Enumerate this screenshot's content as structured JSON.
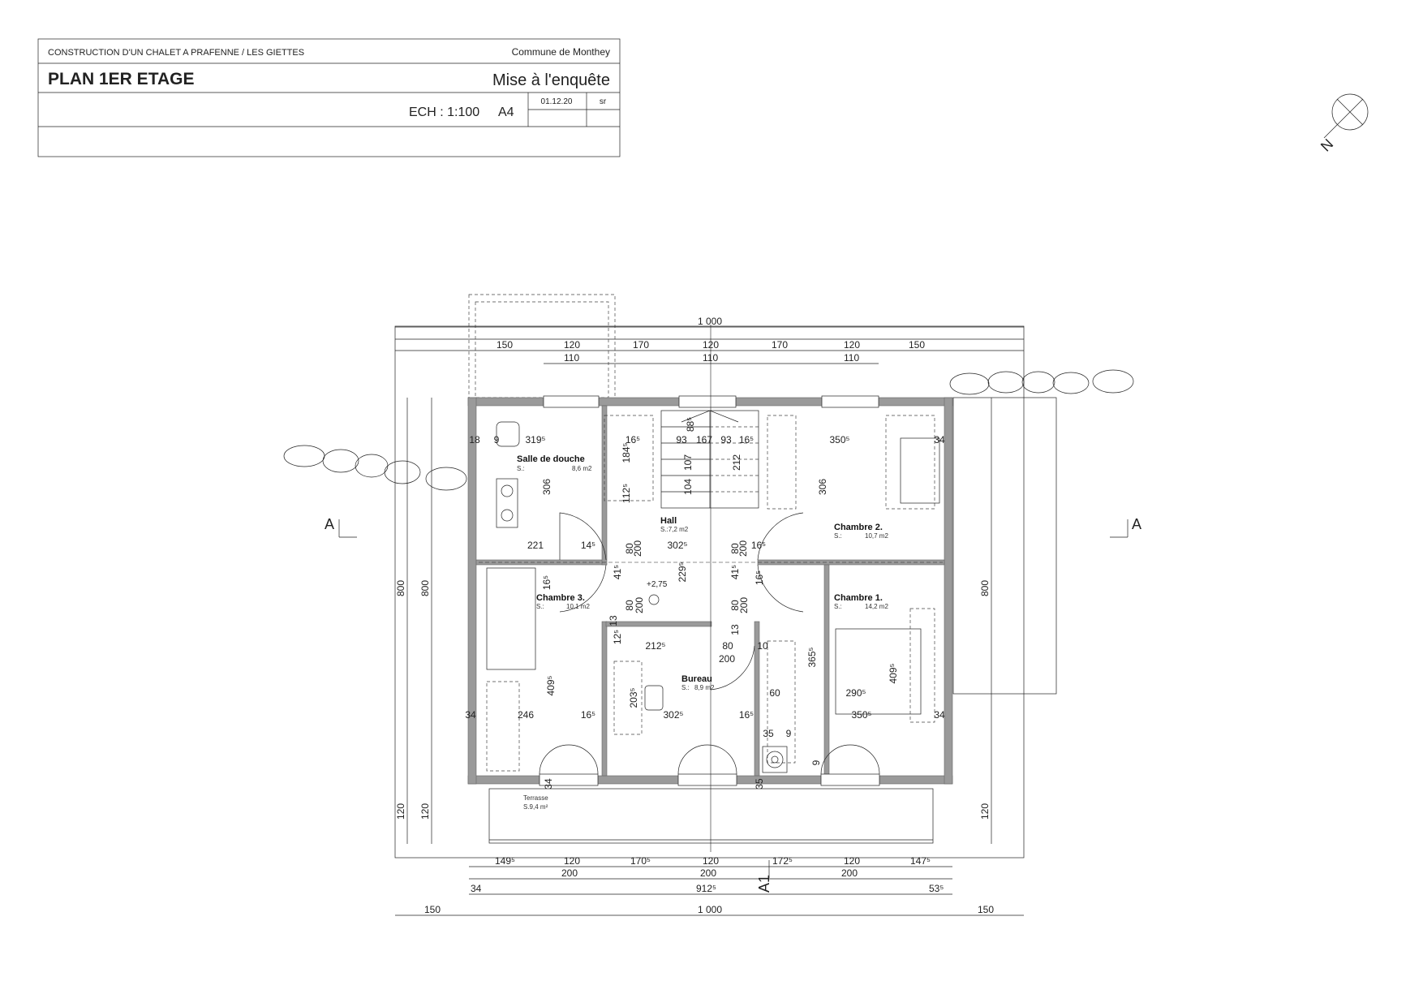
{
  "title_block": {
    "project": "CONSTRUCTION D'UN CHALET A PRAFENNE / LES GIETTES",
    "commune": "Commune de Monthey",
    "plan_title": "PLAN 1ER ETAGE",
    "status": "Mise à l'enquête",
    "scale": "ECH : 1:100",
    "format": "A4",
    "date": "01.12.20",
    "author": "sr"
  },
  "north_arrow": {
    "label": "N",
    "icon": "north-arrow-icon"
  },
  "rooms": {
    "salle_de_douche": {
      "name": "Salle de douche",
      "area_prefix": "S.:",
      "area": "8,6 m2"
    },
    "hall": {
      "name": "Hall",
      "area": "S.:7,2 m2"
    },
    "chambre_2": {
      "name": "Chambre 2.",
      "area_prefix": "S.:",
      "area": "10,7 m2"
    },
    "chambre_3": {
      "name": "Chambre 3.",
      "area_prefix": "S.:",
      "area": "10,1 m2"
    },
    "chambre_1": {
      "name": "Chambre 1.",
      "area_prefix": "S.:",
      "area": "14,2 m2"
    },
    "bureau": {
      "name": "Bureau",
      "area_prefix": "S.:",
      "area": "8,9 m2"
    },
    "terrasse": {
      "name": "Terrasse",
      "area": "S.9,4 m²"
    }
  },
  "level_marker": "+2,75",
  "section_marks": {
    "a_left": "A",
    "a_right": "A",
    "a1": "A1"
  },
  "dimensions": {
    "top_overall": "1 000",
    "top_segments": [
      "150",
      "120",
      "170",
      "120",
      "170",
      "120",
      "150"
    ],
    "top_openings": [
      "110",
      "110",
      "110"
    ],
    "bottom_segments_1": [
      "149⁵",
      "120",
      "170⁵",
      "120",
      "172⁵",
      "120",
      "147⁵"
    ],
    "bottom_segments_2": [
      "200",
      "200",
      "200"
    ],
    "bottom_row_3": [
      "34",
      "912⁵",
      "53⁵"
    ],
    "bottom_overall": [
      "150",
      "1 000",
      "150"
    ],
    "left_vertical": [
      "800",
      "800",
      "120",
      "120"
    ],
    "right_vertical": [
      "800",
      "120"
    ],
    "interior": [
      "18",
      "9",
      "319⁵",
      "16⁵",
      "93",
      "167",
      "93",
      "16⁵",
      "350⁵",
      "34",
      "306",
      "184⁵",
      "112⁵",
      "107",
      "88⁵",
      "104",
      "212",
      "306",
      "221",
      "14⁵",
      "80",
      "200",
      "302⁵",
      "80",
      "200",
      "16⁵",
      "41⁵",
      "229⁵",
      "41⁵",
      "16⁵",
      "16⁵",
      "80",
      "200",
      "80",
      "200",
      "13",
      "12⁵",
      "13",
      "212⁵",
      "80",
      "200",
      "10",
      "365⁵",
      "409⁵",
      "409⁵",
      "290⁵",
      "60",
      "34",
      "246",
      "16⁵",
      "302⁵",
      "16⁵",
      "350⁵",
      "34",
      "203⁵",
      "35",
      "9",
      "34",
      "35",
      "9"
    ]
  }
}
